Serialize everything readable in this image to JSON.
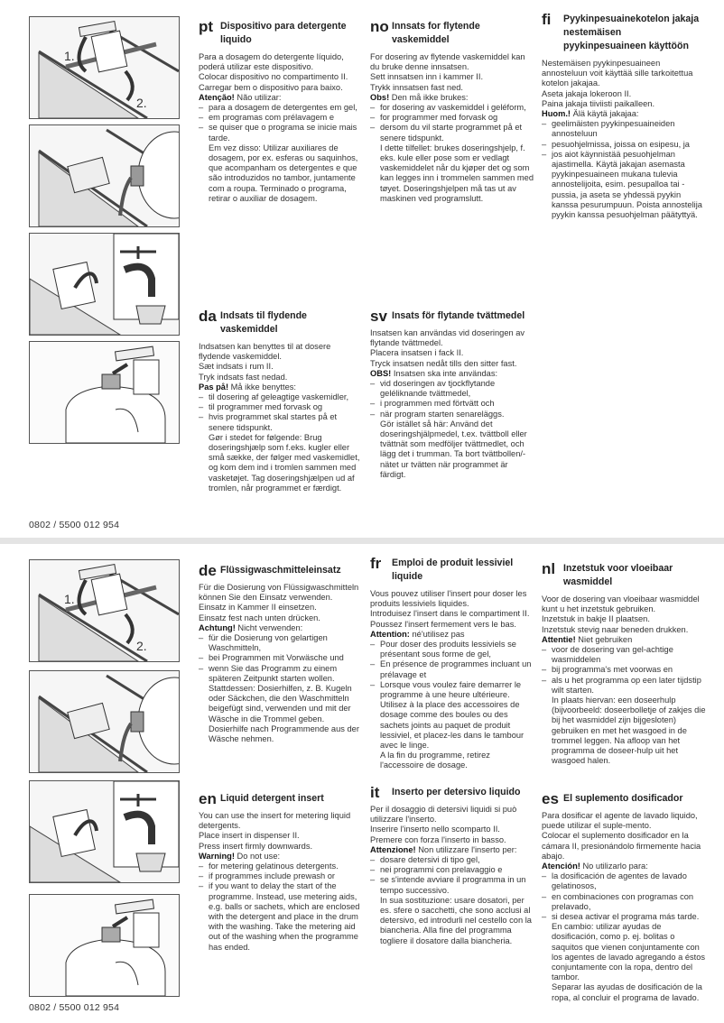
{
  "pages": [
    {
      "footer": "0802 / 5500 012 954",
      "figure_labels": [
        "1.",
        "2."
      ],
      "sections": [
        {
          "lang": "pt",
          "title": "Dispositivo para detergente liquido",
          "body": [
            {
              "t": "p",
              "text": "Para a dosagem do detergente líquido, poderá utilizar este dispositivo."
            },
            {
              "t": "p",
              "text": "Colocar dispositivo no compartimento II."
            },
            {
              "t": "p",
              "text": "Carregar bem o dispositivo para baixo."
            },
            {
              "t": "p",
              "bold": "Atenção!",
              "text": " Não utilizar:"
            },
            {
              "t": "li",
              "text": "para a dosagem de detergentes em gel,"
            },
            {
              "t": "li",
              "text": "em programas com prélavagem e"
            },
            {
              "t": "li",
              "text": "se quiser que o programa se inicie mais tarde."
            },
            {
              "t": "ind",
              "text": "Em vez disso: Utilizar auxiliares de dosagem, por ex. esferas ou saquinhos, que acompanham os detergentes e que são introduzidos no tambor, juntamente com a roupa. Terminado o programa, retirar o auxiliar de dosagem."
            }
          ]
        },
        {
          "lang": "no",
          "title": "Innsats for flytende vaskemiddel",
          "body": [
            {
              "t": "p",
              "text": "For dosering av flytende vaskemiddel kan du bruke denne innsatsen."
            },
            {
              "t": "p",
              "text": "Sett innsatsen inn i kammer II."
            },
            {
              "t": "p",
              "text": "Trykk innsatsen fast ned."
            },
            {
              "t": "p",
              "bold": "Obs!",
              "text": " Den må ikke brukes:"
            },
            {
              "t": "li",
              "text": "for dosering av vaskemiddel i geléform,"
            },
            {
              "t": "li",
              "text": "for programmer med forvask og"
            },
            {
              "t": "li",
              "text": "dersom du vil starte programmet på et senere tidspunkt."
            },
            {
              "t": "ind",
              "text": "I dette tilfellet: brukes doseringshjelp, f. eks. kule eller pose som er vedlagt vaskemiddelet når du kjøper det og som kan legges inn i trommelen sammen med tøyet. Doseringshjelpen må tas ut av maskinen ved programslutt."
            }
          ]
        },
        {
          "lang": "fi",
          "title": "Pyykinpesuainekotelon jakaja nestemäisen pyykinpesuaineen käyttöön",
          "body": [
            {
              "t": "p",
              "text": "Nestemäisen pyykinpesuaineen annosteluun voit käyttää sille tarkoitettua kotelon jakajaa."
            },
            {
              "t": "p",
              "text": "Aseta jakaja lokeroon II."
            },
            {
              "t": "p",
              "text": "Paina jakaja tiiviisti paikalleen."
            },
            {
              "t": "p",
              "bold": "Huom.!",
              "text": " Älä käytä jakajaa:"
            },
            {
              "t": "li",
              "text": "geelimäisten pyykinpesuaineiden annosteluun"
            },
            {
              "t": "li",
              "text": "pesuohjelmissa, joissa on esipesu, ja"
            },
            {
              "t": "li",
              "text": "jos aiot käynnistää pesuohjelman ajastimella. Käytä jakajan asemasta pyykinpesuaineen mukana tulevia annostelijoita, esim. pesupalloa tai -pussia, ja aseta se yhdessä pyykin kanssa pesurumpuun. Poista annostelija pyykin kanssa pesuohjelman päätyttyä."
            }
          ]
        },
        {
          "lang": "da",
          "title": "Indsats til flydende vaskemiddel",
          "body": [
            {
              "t": "p",
              "text": "Indsatsen kan benyttes til at dosere flydende vaskemiddel."
            },
            {
              "t": "p",
              "text": "Sæt indsats i rum II."
            },
            {
              "t": "p",
              "text": "Tryk indsats fast nedad."
            },
            {
              "t": "p",
              "bold": "Pas på!",
              "text": " Må ikke benyttes:"
            },
            {
              "t": "li",
              "text": "til dosering af geleagtige vaskemidler,"
            },
            {
              "t": "li",
              "text": "til programmer med forvask og"
            },
            {
              "t": "li",
              "text": "hvis programmet skal startes på et senere tidspunkt."
            },
            {
              "t": "ind",
              "text": "Gør i stedet for følgende: Brug doseringshjælp som f.eks. kugler eller små sække, der følger med vaskemidlet, og kom dem ind i tromlen sammen med vasketøjet. Tag doseringshjælpen ud af tromlen, når programmet er færdigt."
            }
          ]
        },
        {
          "lang": "sv",
          "title": "Insats för flytande tvättmedel",
          "body": [
            {
              "t": "p",
              "text": "Insatsen kan användas vid doseringen av flytande tvättmedel."
            },
            {
              "t": "p",
              "text": "Placera insatsen i fack II."
            },
            {
              "t": "p",
              "text": "Tryck insatsen nedåt tills den sitter fast."
            },
            {
              "t": "p",
              "bold": "OBS!",
              "text": " Insatsen ska inte användas:"
            },
            {
              "t": "li",
              "text": "vid doseringen av tjockflytande geléliknande tvättmedel,"
            },
            {
              "t": "li",
              "text": "i programmen med förtvätt och"
            },
            {
              "t": "li",
              "text": "när program starten senareläggs."
            },
            {
              "t": "ind",
              "text": "Gör istället så här: Använd det doseringshjälpmedel, t.ex. tvättboll eller tvättnät som medföljer tvättmedlet, och lägg det i trumman. Ta bort tvättbollen/-nätet ur tvätten när programmet är färdigt."
            }
          ]
        }
      ]
    },
    {
      "footer": "0802 / 5500 012 954",
      "figure_labels": [
        "1.",
        "2."
      ],
      "sections": [
        {
          "lang": "de",
          "title": "Flüssigwaschmitteleinsatz",
          "body": [
            {
              "t": "p",
              "text": "Für die Dosierung von Flüssigwaschmitteln können Sie den Einsatz verwenden."
            },
            {
              "t": "p",
              "text": "Einsatz in Kammer II einsetzen."
            },
            {
              "t": "p",
              "text": "Einsatz fest nach unten drücken."
            },
            {
              "t": "p",
              "bold": "Achtung!",
              "text": " Nicht verwenden:"
            },
            {
              "t": "li",
              "text": "für die Dosierung von gelartigen Waschmitteln,"
            },
            {
              "t": "li",
              "text": "bei Programmen mit Vorwäsche und"
            },
            {
              "t": "li",
              "text": "wenn Sie das Programm zu einem späteren Zeitpunkt starten wollen. Stattdessen: Dosierhilfen, z. B. Kugeln oder Säckchen, die den Waschmitteln beigefügt sind, verwenden und mit der Wäsche in die Trommel geben."
            },
            {
              "t": "ind",
              "text": "Dosierhilfe nach Programmende aus der Wäsche nehmen."
            }
          ]
        },
        {
          "lang": "fr",
          "title": "Emploi de produit lessiviel liquide",
          "body": [
            {
              "t": "p",
              "text": "Vous pouvez utiliser l'insert pour doser les produits lessiviels liquides."
            },
            {
              "t": "p",
              "text": "Introduisez l'insert dans le compartiment II."
            },
            {
              "t": "p",
              "text": "Poussez l'insert fermement vers le bas."
            },
            {
              "t": "p",
              "bold": "Attention:",
              "text": " né'utilisez pas"
            },
            {
              "t": "li",
              "text": "Pour doser des produits lessiviels se présentant sous forme de gel,"
            },
            {
              "t": "li",
              "text": "En présence de programmes incluant un prélavage et"
            },
            {
              "t": "li",
              "text": "Lorsque vous voulez faire demarrer le programme à une heure ultérieure. Utilisez à la place des accessoires de dosage comme des boules ou des sachets joints au paquet de produit lessiviel, et placez-les dans le tambour avec le linge."
            },
            {
              "t": "ind",
              "text": "A la fin du programme, retirez l'accessoire de dosage."
            }
          ]
        },
        {
          "lang": "nl",
          "title": "Inzetstuk voor vloeibaar wasmiddel",
          "body": [
            {
              "t": "p",
              "text": "Voor de dosering van vloeibaar wasmiddel kunt u het inzetstuk gebruiken."
            },
            {
              "t": "p",
              "text": "Inzetstuk in bakje II plaatsen."
            },
            {
              "t": "p",
              "text": "Inzetstuk stevig naar beneden drukken."
            },
            {
              "t": "p",
              "bold": "Attentie!",
              "text": " Niet gebruiken"
            },
            {
              "t": "li",
              "text": "voor de dosering van gel-achtige wasmiddelen"
            },
            {
              "t": "li",
              "text": "bij programma's met voorwas en"
            },
            {
              "t": "li",
              "text": "als u het programma op een later tijdstip wilt starten."
            },
            {
              "t": "ind",
              "text": "In plaats hiervan: een doseerhulp (bijvoorbeeld: doseerbolletje of zakjes die bij het wasmiddel zijn bijgesloten) gebruiken en met het wasgoed in de trommel leggen. Na afloop van het programma de doseer-hulp uit het wasgoed halen."
            }
          ]
        },
        {
          "lang": "en",
          "title": "Liquid detergent insert",
          "body": [
            {
              "t": "p",
              "text": "You can use the insert for metering liquid detergents."
            },
            {
              "t": "p",
              "text": "Place insert in dispenser II."
            },
            {
              "t": "p",
              "text": "Press insert firmly downwards."
            },
            {
              "t": "p",
              "bold": "Warning!",
              "text": " Do not use:"
            },
            {
              "t": "li",
              "text": "for metering gelatinous detergents."
            },
            {
              "t": "li",
              "text": "if programmes include prewash or"
            },
            {
              "t": "li",
              "text": "if you want to delay the start of the programme. Instead, use metering aids, e.g. balls or sachets, which are enclosed with the detergent and place in the drum with the washing. Take the metering aid out of the washing when the programme has ended."
            }
          ]
        },
        {
          "lang": "it",
          "title": "Inserto per detersivo liquido",
          "body": [
            {
              "t": "p",
              "text": "Per il dosaggio di detersivi liquidi si può utilizzare l'inserto."
            },
            {
              "t": "p",
              "text": "Inserire l'inserto nello scomparto II."
            },
            {
              "t": "p",
              "text": "Premere con forza l'inserto in basso."
            },
            {
              "t": "p",
              "bold": "Attenzione!",
              "text": " Non utilizzare l'inserto per:"
            },
            {
              "t": "li",
              "text": "dosare detersivi di tipo gel,"
            },
            {
              "t": "li",
              "text": "nei programmi con prelavaggio e"
            },
            {
              "t": "li",
              "text": "se s'intende avviare il programma in un tempo successivo."
            },
            {
              "t": "ind",
              "text": "In sua sostituzione: usare dosatori, per es. sfere o sacchetti, che sono acclusi al detersivo, ed introdurli nel cestello con la biancheria. Alla fine del programma togliere il dosatore dalla biancheria."
            }
          ]
        },
        {
          "lang": "es",
          "title": "El suplemento dosificador",
          "body": [
            {
              "t": "p",
              "text": "Para dosificar el agente de lavado liquido, puede utilizar el suple-mento."
            },
            {
              "t": "p",
              "text": "Colocar el suplemento dosificador en la cámara II, presionándolo firmemente hacia abajo."
            },
            {
              "t": "p",
              "bold": "Atención!",
              "text": " No utilizarlo para:"
            },
            {
              "t": "li",
              "text": "la dosificación de agentes de lavado gelatinosos,"
            },
            {
              "t": "li",
              "text": "en combinaciones con programas con prelavado,"
            },
            {
              "t": "li",
              "text": "si desea activar el programa más tarde. En cambio: utilizar ayudas de dosificación, como p. ej. bolitas o saquitos que vienen conjuntamente con los agentes de lavado agregando a éstos conjuntamente con la ropa, dentro del tambor."
            },
            {
              "t": "ind",
              "text": "Separar las ayudas de dosificación de la ropa, al concluir el programa de lavado."
            }
          ]
        }
      ]
    }
  ]
}
